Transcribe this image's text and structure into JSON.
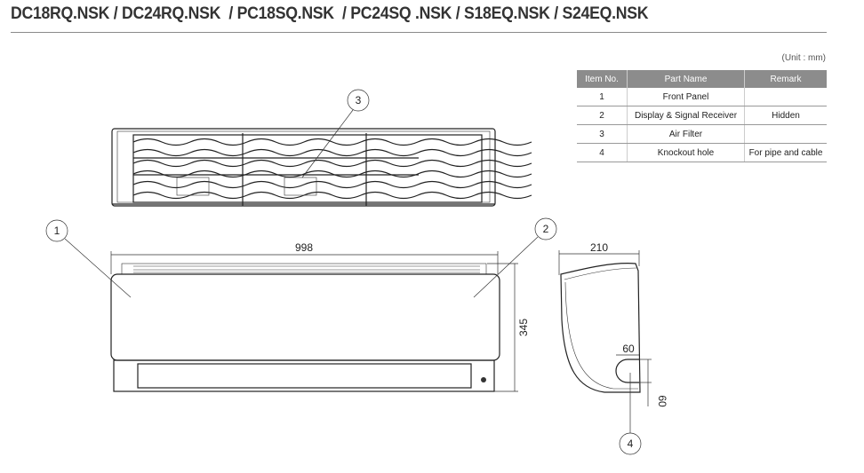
{
  "title": "DC18RQ.NSK / DC24RQ.NSK  / PC18SQ.NSK  / PC24SQ .NSK / S18EQ.NSK / S24EQ.NSK",
  "unit": "(Unit : mm)",
  "parts_table": {
    "headers": [
      "Item No.",
      "Part Name",
      "Remark"
    ],
    "rows": [
      [
        "1",
        "Front Panel",
        ""
      ],
      [
        "2",
        "Display & Signal Receiver",
        "Hidden"
      ],
      [
        "3",
        "Air Filter",
        ""
      ],
      [
        "4",
        "Knockout hole",
        "For pipe and cable"
      ]
    ]
  },
  "drawing": {
    "callouts": [
      "1",
      "2",
      "3",
      "4"
    ],
    "dimensions": {
      "width": "998",
      "height": "345",
      "depth": "210",
      "hole_width": "60",
      "hole_height": "60"
    }
  }
}
